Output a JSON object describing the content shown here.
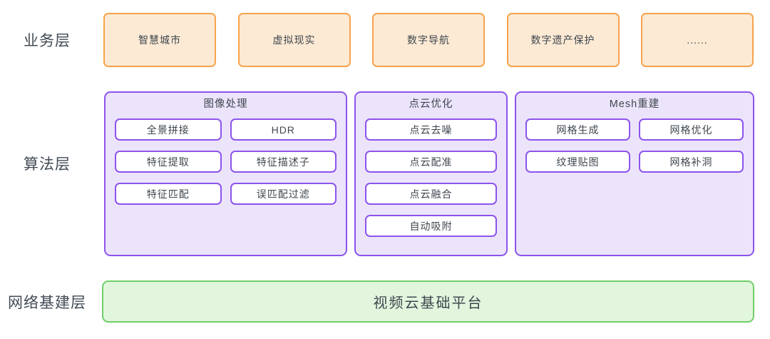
{
  "layers": {
    "business": {
      "label": "业务层",
      "items": [
        "智慧城市",
        "虚拟现实",
        "数字导航",
        "数字遗产保护",
        "......"
      ]
    },
    "algorithm": {
      "label": "算法层",
      "groups": [
        {
          "title": "图像处理",
          "items": [
            "全景拼接",
            "HDR",
            "特征提取",
            "特征描述子",
            "特征匹配",
            "误匹配过滤"
          ]
        },
        {
          "title": "点云优化",
          "items": [
            "点云去噪",
            "点云配准",
            "点云融合",
            "自动吸附"
          ]
        },
        {
          "title": "Mesh重建",
          "items": [
            "网格生成",
            "网格优化",
            "纹理贴图",
            "网格补洞"
          ]
        }
      ]
    },
    "infrastructure": {
      "label": "网络基建层",
      "platform": "视频云基础平台"
    }
  },
  "colors": {
    "business_border": "#f7a34c",
    "business_fill": "#fcead4",
    "algorithm_border": "#8c54ec",
    "algorithm_fill": "#ece4fb",
    "algorithm_box_fill": "#ffffff",
    "infrastructure_border": "#70ce69",
    "infrastructure_fill": "#e1f6dd",
    "text": "#3f474f",
    "background": "#ffffff"
  }
}
